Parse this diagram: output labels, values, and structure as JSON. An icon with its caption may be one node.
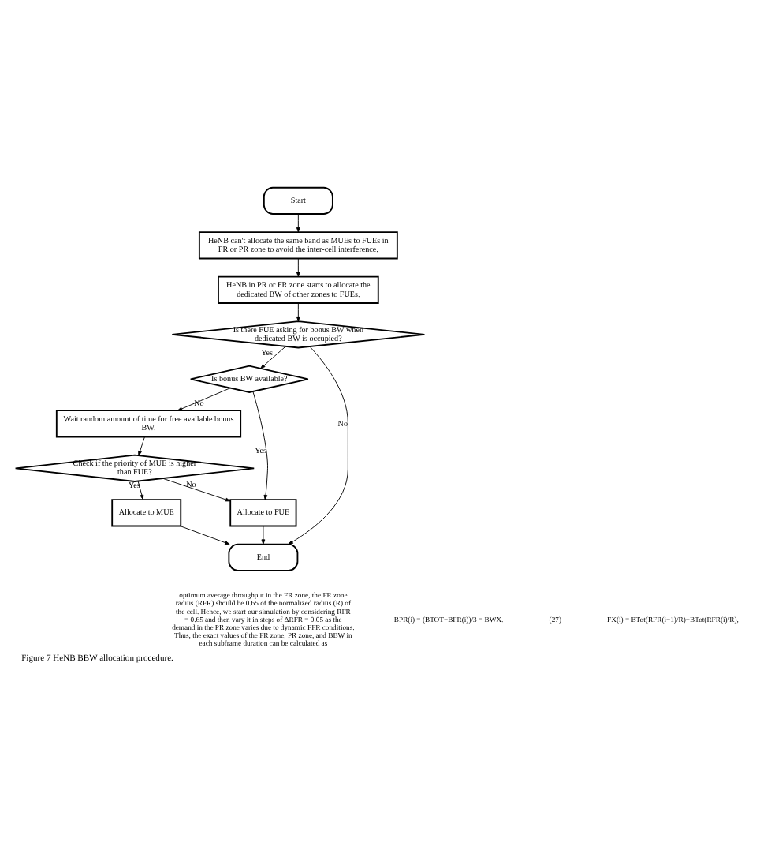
{
  "diagram": {
    "caption": "Figure 7 HeNB BBW allocation procedure.",
    "nodes": [
      {
        "text": [
          "Start"
        ]
      },
      {
        "text": [
          "HeNB can't allocate the same band as MUEs to FUEs in FR or PR zone to avoid the inter-cell interference."
        ]
      },
      {
        "text": [
          "HeNB in PR or FR zone starts to allocate the dedicated BW of other zones to FUEs."
        ]
      },
      {
        "text": [
          "Is there FUE asking for bonus BW when dedicated BW is occupied?"
        ]
      },
      {
        "text": [
          "Is bonus BW available?"
        ]
      },
      {
        "text": [
          "Wait random amount of time for free available bonus BW."
        ]
      },
      {
        "text": [
          "Check if the priority of MUE is higher than FUE?"
        ]
      },
      {
        "text": [
          "Allocate to FUE"
        ]
      },
      {
        "text": [
          "Allocate to MUE"
        ]
      },
      {
        "text": [
          "End"
        ]
      }
    ],
    "edges": [
      {
        "from": 0,
        "to": 1,
        "arrow": "to"
      },
      {
        "from": 1,
        "to": 2,
        "arrow": "to"
      },
      {
        "from": 2,
        "to": 3,
        "arrow": "to"
      },
      {
        "from": 3,
        "to": 4,
        "arrow": "to",
        "label": "Yes"
      },
      {
        "from": 3,
        "to": 9,
        "arrow": "to",
        "label": "No"
      },
      {
        "from": 4,
        "to": 7,
        "arrow": "to",
        "label": "Yes"
      },
      {
        "from": 4,
        "to": 5,
        "arrow": "to",
        "label": "No"
      },
      {
        "from": 5,
        "to": 6,
        "arrow": "to"
      },
      {
        "from": 6,
        "to": 7,
        "arrow": "to",
        "label": "No"
      },
      {
        "from": 6,
        "to": 8,
        "arrow": "to",
        "label": "Yes"
      },
      {
        "from": 7,
        "to": 9,
        "arrow": "to"
      },
      {
        "from": 8,
        "to": 9,
        "arrow": "to"
      }
    ],
    "labels": [
      "optimum average throughput in the FR zone, the FR zone radius (RFR) should be 0.65 of the normalized radius (R) of the cell. Hence, we start our simulation by considering RFR = 0.65 and then vary it in steps of ΔRFR = 0.05 as the demand in the PR zone varies due to dynamic FFR conditions. Thus, the exact values of the FR zone, PR zone, and BBW in each subframe duration can be calculated as",
      "BPR(i) = (BTOT−BFR(i))/3 = BWX.",
      "(27)",
      "FX(i) = BTot(RFR(i−1)/R)−BTot(RFR(i)/R),"
    ]
  }
}
